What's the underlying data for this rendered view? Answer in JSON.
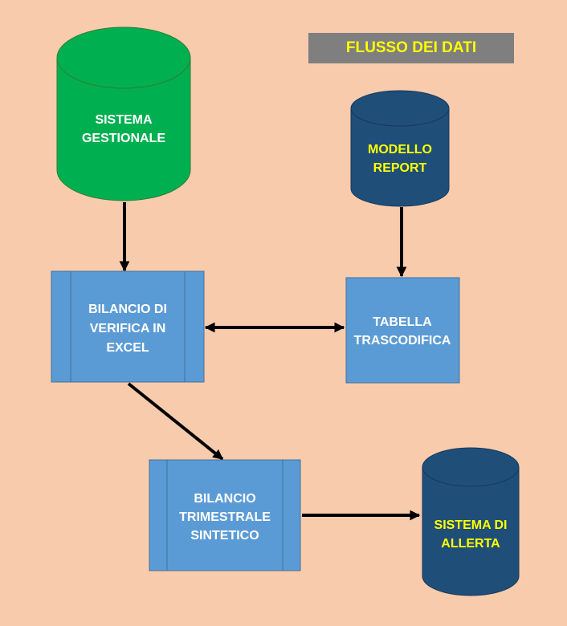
{
  "title": "FLUSSO DEI DATI",
  "colors": {
    "background": "#f8cbad",
    "title_bg": "#7f7f7f",
    "title_text": "#ffff00",
    "green_db": "#00b050",
    "dark_db": "#1f4e79",
    "process_box": "#5b9bd5",
    "white_text": "#ffffff",
    "yellow_text": "#ffff00",
    "arrow": "#000000"
  },
  "nodes": {
    "sistema_gestionale": {
      "lines": [
        "SISTEMA",
        "GESTIONALE"
      ],
      "shape": "database"
    },
    "modello_report": {
      "lines": [
        "MODELLO",
        "REPORT"
      ],
      "shape": "database"
    },
    "bilancio_verifica": {
      "lines": [
        "BILANCIO DI",
        "VERIFICA IN",
        "EXCEL"
      ],
      "shape": "predefined-process"
    },
    "tabella_trascodifica": {
      "lines": [
        "TABELLA",
        "TRASCODIFICA"
      ],
      "shape": "rectangle"
    },
    "bilancio_trimestrale": {
      "lines": [
        "BILANCIO",
        "TRIMESTRALE",
        "SINTETICO"
      ],
      "shape": "predefined-process"
    },
    "sistema_allerta": {
      "lines": [
        "SISTEMA DI",
        "ALLERTA"
      ],
      "shape": "database"
    }
  },
  "edges": [
    {
      "from": "sistema_gestionale",
      "to": "bilancio_verifica",
      "direction": "forward"
    },
    {
      "from": "modello_report",
      "to": "tabella_trascodifica",
      "direction": "forward"
    },
    {
      "from": "bilancio_verifica",
      "to": "tabella_trascodifica",
      "direction": "both"
    },
    {
      "from": "bilancio_verifica",
      "to": "bilancio_trimestrale",
      "direction": "forward"
    },
    {
      "from": "bilancio_trimestrale",
      "to": "sistema_allerta",
      "direction": "forward"
    }
  ]
}
